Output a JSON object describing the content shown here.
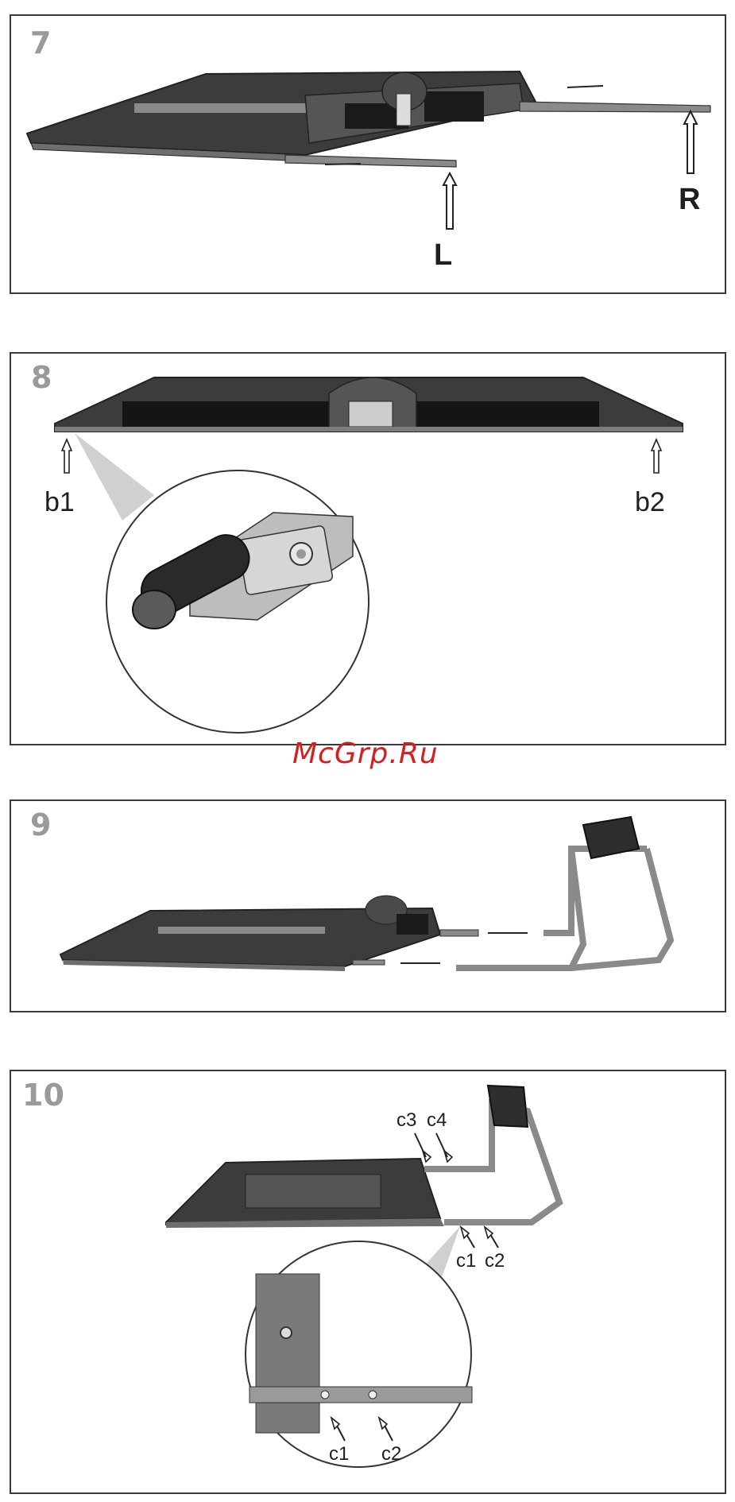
{
  "steps": [
    {
      "number": "7",
      "labels": {
        "left": "L",
        "right": "R"
      }
    },
    {
      "number": "8",
      "labels": {
        "b1": "b1",
        "b2": "b2"
      }
    },
    {
      "number": "9"
    },
    {
      "number": "10",
      "labels": {
        "c3": "c3",
        "c4": "c4",
        "c1": "c1",
        "c2": "c2",
        "c1_zoom": "c1",
        "c2_zoom": "c2"
      }
    }
  ],
  "watermark": "McGrp.Ru"
}
